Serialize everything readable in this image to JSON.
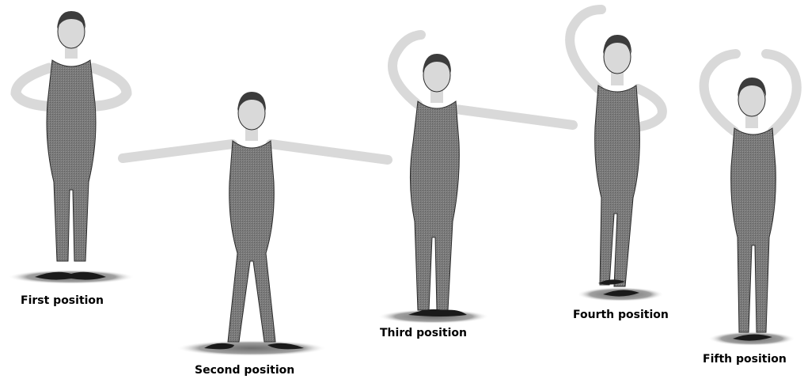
{
  "positions": [
    {
      "id": "first",
      "caption": "First position"
    },
    {
      "id": "second",
      "caption": "Second position"
    },
    {
      "id": "third",
      "caption": "Third position"
    },
    {
      "id": "fourth",
      "caption": "Fourth position"
    },
    {
      "id": "fifth",
      "caption": "Fifth position"
    }
  ],
  "colors": {
    "leotard": "#7a7a7a",
    "leotard_shadow": "#5e5e5e",
    "skin": "#d9d9d9",
    "hair": "#3c3c3c",
    "outline": "#2a2a2a",
    "shoe": "#1a1a1a",
    "floor_shadow": "#8c8c8c",
    "caption": "#000000"
  }
}
